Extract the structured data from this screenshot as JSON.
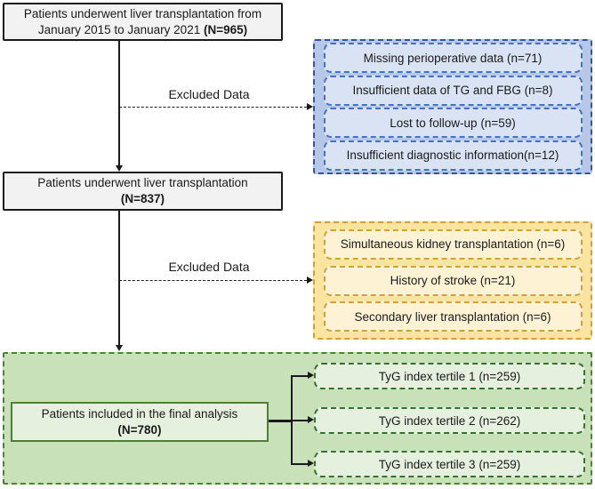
{
  "boxes": {
    "initial": {
      "line1": "Patients underwent liver transplantation from",
      "line2": "January 2015 to January 2021",
      "n": "(N=965)"
    },
    "second": {
      "line1": "Patients underwent liver transplantation",
      "n": "(N=837)"
    },
    "final": {
      "line1": "Patients included in the final analysis",
      "n": "(N=780)"
    }
  },
  "exclusion1": {
    "label": "Excluded Data",
    "items": [
      "Missing perioperative data (n=71)",
      "Insufficient data of TG and FBG (n=8)",
      "Lost to follow-up (n=59)",
      "Insufficient diagnostic information(n=12)"
    ]
  },
  "exclusion2": {
    "label": "Excluded Data",
    "items": [
      "Simultaneous kidney transplantation (n=6)",
      "History of stroke (n=21)",
      "Secondary liver transplantation (n=6)"
    ]
  },
  "tertiles": [
    "TyG index tertile 1 (n=259)",
    "TyG index tertile 2 (n=262)",
    "TyG index tertile 3 (n=259)"
  ],
  "colors": {
    "plain_box_fill": "#f2f2f2",
    "line_color": "#1a1a1a",
    "blue_group_fill": "#b7c7e7",
    "blue_group_border": "#33549b",
    "blue_item_fill": "#dae3f3",
    "blue_item_border": "#4472c4",
    "yellow_group_fill": "#fbe49f",
    "yellow_border": "#d0a13a",
    "yellow_item_fill": "#fdf3d4",
    "green_group_fill": "#c9e1b9",
    "green_group_border": "#4c8434",
    "green_item_fill": "#e6f0df",
    "green_item_border": "#35722d"
  }
}
